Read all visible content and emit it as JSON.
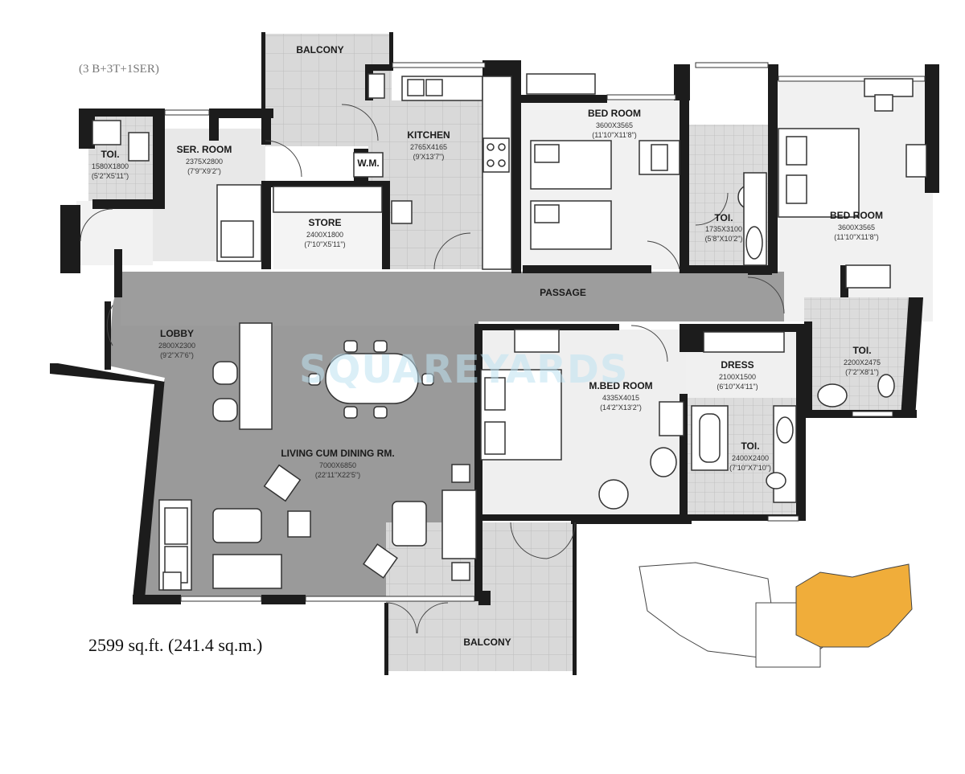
{
  "header": {
    "config": "(3 B+3T+1SER)"
  },
  "footer": {
    "area": "2599 sq.ft. (241.4 sq.m.)"
  },
  "watermark": "SQUAREYARDS",
  "rooms": {
    "balcony_top": {
      "name": "BALCONY"
    },
    "toilet_servant": {
      "name": "TOI.",
      "dim_mm": "1580X1800",
      "dim_ft": "(5'2\"X5'11\")"
    },
    "servant_room": {
      "name": "SER. ROOM",
      "dim_mm": "2375X2800",
      "dim_ft": "(7'9\"X9'2\")"
    },
    "washing_machine": {
      "name": "W.M."
    },
    "kitchen": {
      "name": "KITCHEN",
      "dim_mm": "2765X4165",
      "dim_ft": "(9'X13'7\")"
    },
    "store": {
      "name": "STORE",
      "dim_mm": "2400X1800",
      "dim_ft": "(7'10\"X5'11\")"
    },
    "bedroom_1": {
      "name": "BED ROOM",
      "dim_mm": "3600X3565",
      "dim_ft": "(11'10\"X11'8\")"
    },
    "toilet_1": {
      "name": "TOI.",
      "dim_mm": "1735X3100",
      "dim_ft": "(5'8\"X10'2\")"
    },
    "bedroom_2": {
      "name": "BED ROOM",
      "dim_mm": "3600X3565",
      "dim_ft": "(11'10\"X11'8\")"
    },
    "passage": {
      "name": "PASSAGE"
    },
    "lobby": {
      "name": "LOBBY",
      "dim_mm": "2800X2300",
      "dim_ft": "(9'2\"X7'6\")"
    },
    "living_dining": {
      "name": "LIVING CUM DINING RM.",
      "dim_mm": "7000X6850",
      "dim_ft": "(22'11\"X22'5\")"
    },
    "master_bedroom": {
      "name": "M.BED ROOM",
      "dim_mm": "4335X4015",
      "dim_ft": "(14'2\"X13'2\")"
    },
    "dress": {
      "name": "DRESS",
      "dim_mm": "2100X1500",
      "dim_ft": "(6'10\"X4'11\")"
    },
    "toilet_master": {
      "name": "TOI.",
      "dim_mm": "2400X2400",
      "dim_ft": "(7'10\"X7'10\")"
    },
    "toilet_2": {
      "name": "TOI.",
      "dim_mm": "2200X2475",
      "dim_ft": "(7'2\"X8'1\")"
    },
    "balcony_bottom": {
      "name": "BALCONY"
    }
  },
  "colors": {
    "wall": "#1c1c1c",
    "floor_light": "#efefef",
    "floor_dark": "#9a9a9a",
    "tile": "#d6d6d6",
    "keyplan_highlight": "#f0ad3a"
  }
}
